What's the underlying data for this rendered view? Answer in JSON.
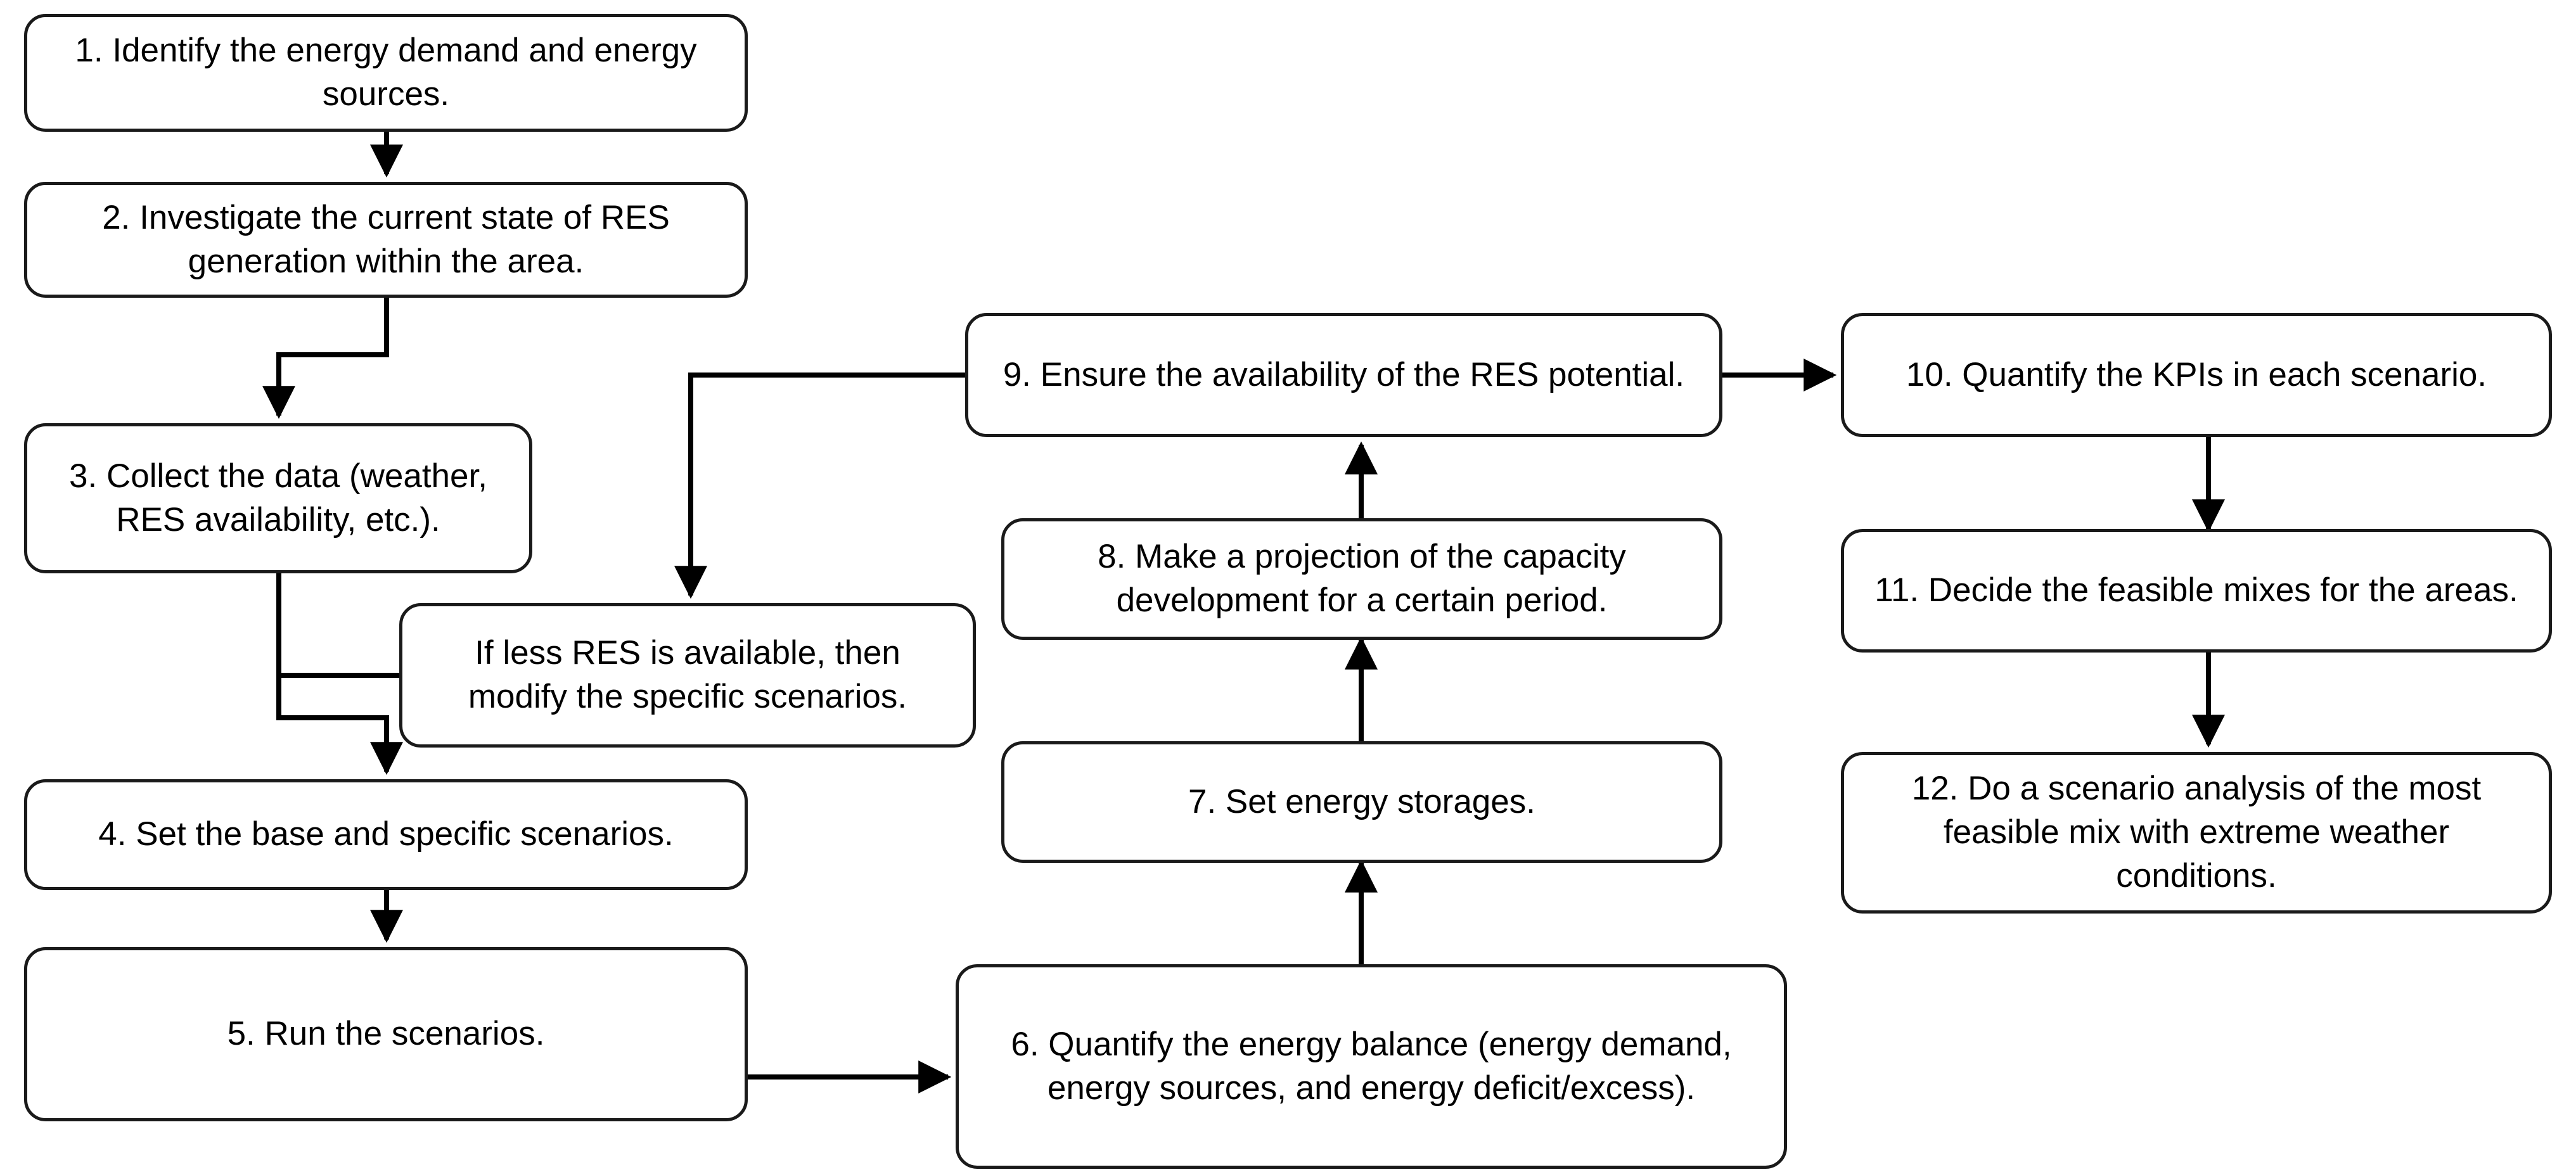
{
  "diagram": {
    "title": "Energy scenario modelling methodology flowchart",
    "style": {
      "box_border_color": "#1a1a1a",
      "box_fill_color": "#ffffff",
      "connector_color": "#000000",
      "text_color": "#000000",
      "background_color": "#ffffff"
    },
    "nodes": [
      {
        "id": "n1",
        "label": "1. Identify the energy demand and energy sources."
      },
      {
        "id": "n2",
        "label": "2. Investigate the current state of RES generation within the area."
      },
      {
        "id": "n3",
        "label": "3. Collect the data (weather, RES availability, etc.)."
      },
      {
        "id": "n4",
        "label": "4. Set the base and specific scenarios."
      },
      {
        "id": "n5",
        "label": "5. Run the scenarios."
      },
      {
        "id": "n6",
        "label": "6. Quantify the energy balance (energy demand, energy sources, and energy deficit/excess)."
      },
      {
        "id": "n7",
        "label": "7. Set energy storages."
      },
      {
        "id": "n8",
        "label": "8. Make a projection of the capacity development for a certain period."
      },
      {
        "id": "n9",
        "label": "9. Ensure the availability of the RES potential."
      },
      {
        "id": "n10",
        "label": "10. Quantify the KPIs in each scenario."
      },
      {
        "id": "n11",
        "label": "11. Decide the feasible mixes for the areas."
      },
      {
        "id": "n12",
        "label": "12. Do a scenario analysis of the most feasible mix with extreme weather conditions."
      },
      {
        "id": "nfb",
        "label": "If less RES is available, then modify the specific scenarios."
      }
    ],
    "edges": [
      {
        "from": "n1",
        "to": "n2",
        "kind": "arrow-down"
      },
      {
        "from": "n2",
        "to": "n3",
        "kind": "arrow-down-offset"
      },
      {
        "from": "n3",
        "to": "n4",
        "kind": "arrow-down-offset"
      },
      {
        "from": "n4",
        "to": "n5",
        "kind": "arrow-down"
      },
      {
        "from": "n5",
        "to": "n6",
        "kind": "arrow-right"
      },
      {
        "from": "n6",
        "to": "n7",
        "kind": "arrow-up"
      },
      {
        "from": "n7",
        "to": "n8",
        "kind": "arrow-up"
      },
      {
        "from": "n8",
        "to": "n9",
        "kind": "arrow-up"
      },
      {
        "from": "n9",
        "to": "n10",
        "kind": "arrow-right"
      },
      {
        "from": "n10",
        "to": "n11",
        "kind": "arrow-down"
      },
      {
        "from": "n11",
        "to": "n12",
        "kind": "arrow-down"
      },
      {
        "from": "n9",
        "to": "nfb",
        "kind": "feedback-left-down"
      },
      {
        "from": "nfb",
        "to": "n4",
        "kind": "feedback-left-down"
      }
    ]
  }
}
